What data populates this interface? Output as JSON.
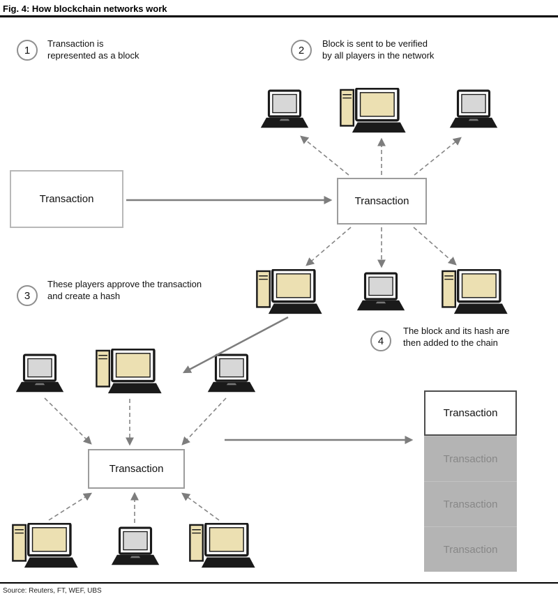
{
  "header": {
    "title": "Fig. 4: How blockchain networks work"
  },
  "steps": [
    {
      "number": "1",
      "label": "Transaction is\nrepresented as a block"
    },
    {
      "number": "2",
      "label": "Block is sent to be verified\nby all players in the network"
    },
    {
      "number": "3",
      "label": "These players approve the transaction\nand create a hash"
    },
    {
      "number": "4",
      "label": "The block and its hash are\nthen added to the chain"
    }
  ],
  "boxes": {
    "source": "Transaction",
    "network_top": "Transaction",
    "network_bottom": "Transaction"
  },
  "chain": {
    "blocks": [
      "Transaction",
      "Transaction",
      "Transaction",
      "Transaction"
    ]
  },
  "footer": {
    "source": "Source: Reuters, FT, WEF, UBS"
  },
  "icons": {
    "laptop": "laptop-icon",
    "desktop_computer": "desktop-computer-icon"
  },
  "colors": {
    "tan_screen": "#ece0b2",
    "gray_screen": "#d7d7d7",
    "arrow_gray": "#7d7d7d",
    "chain_gray": "#b4b4b4",
    "rule_black": "#000000"
  }
}
